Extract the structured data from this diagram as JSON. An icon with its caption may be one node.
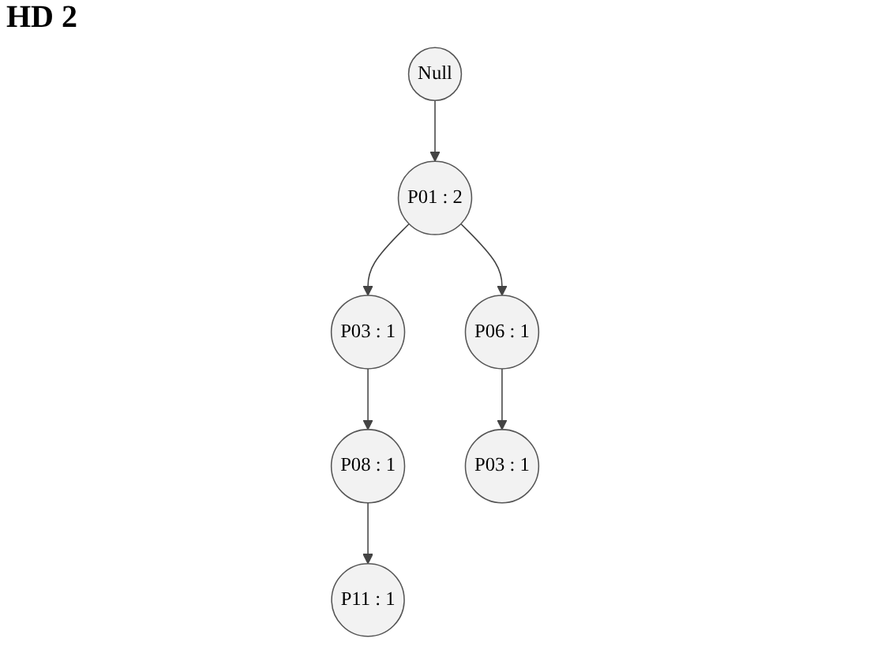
{
  "diagram": {
    "title": "HD 2",
    "nodes": [
      {
        "text": [
          "Null"
        ]
      },
      {
        "text": [
          "P01 : 2"
        ]
      },
      {
        "text": [
          "P03 : 1"
        ]
      },
      {
        "text": [
          "P06 : 1"
        ]
      },
      {
        "text": [
          "P08 : 1"
        ]
      },
      {
        "text": [
          "P03 : 1"
        ]
      },
      {
        "text": [
          "P11 : 1"
        ]
      }
    ],
    "edges": [
      {
        "from": 0,
        "to": 1,
        "arrow": "to"
      },
      {
        "from": 1,
        "to": 2,
        "arrow": "to"
      },
      {
        "from": 1,
        "to": 3,
        "arrow": "to"
      },
      {
        "from": 2,
        "to": 4,
        "arrow": "to"
      },
      {
        "from": 3,
        "to": 5,
        "arrow": "to"
      },
      {
        "from": 4,
        "to": 6,
        "arrow": "to"
      }
    ]
  }
}
